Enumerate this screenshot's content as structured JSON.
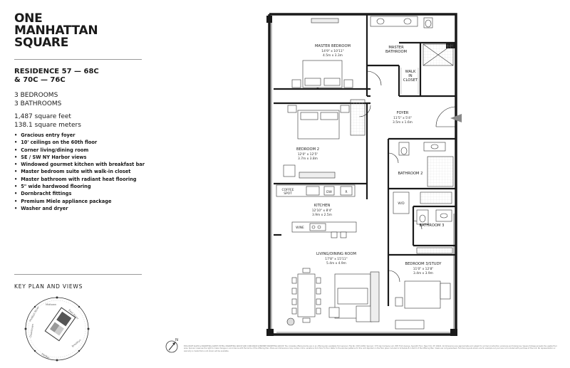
{
  "brand": {
    "line1": "ONE",
    "line2": "MANHATTAN",
    "line3": "SQUARE"
  },
  "residence": {
    "line1": "RESIDENCE 57 — 68C",
    "line2": "& 70C — 76C"
  },
  "specs": {
    "bedrooms": "3 BEDROOMS",
    "bathrooms": "3 BATHROOMS",
    "sqft": "1,487 square feet",
    "sqm": "138.1 square meters"
  },
  "features": [
    "Gracious entry foyer",
    "10' ceilings on the 60th floor",
    "Corner living/dining room",
    "SE / SW NY Harbor views",
    "Windowed gourmet kitchen with breakfast bar",
    "Master bedroom suite with walk-in closet",
    "Master bathroom with radiant heat flooring",
    "5\" wide hardwood flooring",
    "Dornbracht fittings",
    "Premium Miele appliance package",
    "Washer and dryer"
  ],
  "keyplan": {
    "title": "KEY PLAN AND VIEWS",
    "labels": [
      "Midtown",
      "East River",
      "Brooklyn",
      "Harbor",
      "Hudson River",
      "Downtown"
    ]
  },
  "rooms": {
    "master_bedroom": {
      "name": "MASTER BEDROOM",
      "imperial": "14'9\" x 10'11\"",
      "metric": "4.5m x 3.3m"
    },
    "master_bathroom": {
      "line1": "MASTER",
      "line2": "BATHROOM"
    },
    "walk_in_closet": {
      "line1": "WALK",
      "line2": "IN",
      "line3": "CLOSET"
    },
    "foyer": {
      "name": "FOYER",
      "imperial": "11'5\" x 5'4\"",
      "metric": "3.5m x 1.6m"
    },
    "bedroom2": {
      "name": "BEDROOM 2",
      "imperial": "12'0\" x 12'5\"",
      "metric": "3.7m x 3.8m"
    },
    "bathroom2": {
      "name": "BATHROOM 2"
    },
    "coffee": {
      "line1": "COFFEE",
      "line2": "SPOT"
    },
    "dw": "DW",
    "r": "R",
    "wd": "W/D",
    "kitchen": {
      "name": "KITCHEN",
      "imperial": "12'10\" x 8'4\"",
      "metric": "3.9m x 2.5m"
    },
    "wine": "WINE",
    "bathroom3": {
      "name": "BATHROOM 3"
    },
    "living": {
      "name": "LIVING/DINING ROOM",
      "imperial": "17'8\" x 15'11\"",
      "metric": "5.4m x 4.9m"
    },
    "bedroom3": {
      "name": "BEDROOM 3/STUDY",
      "imperial": "11'0\" x 12'8\"",
      "metric": "3.4m x 3.9m"
    }
  },
  "north_label": "N",
  "disclaimer": "EXCLUSIVE SALES & MARKETING AGENT: EXTELL MARKETING GROUP AND CORCORAN SUNSHINE MARKETING GROUP. The complete offering terms are in an offering plan available from sponsor. File No. CD15-0282. Sponsor: 375 Cap Company LLC, 805 Third Avenue, Seventh Floor, New York, NY 10022. All dimensions are approximate and subject to normal construction variances and tolerances. Square footage exceeds the usable floor area. Sponsor reserves the right to make changes in accordance with the terms of the Offering Plan. Plans and dimensions may contain minor variations from floor to floor. Refer to the window patterns for this unit depicted on the floor plans included in Schedule B in Part II of the Offering Plan. Views are not guaranteed. Furniture layouts shown are for example only and are not included with purchase of the unit. No representation or warranty is made that a unit shown will be available."
}
